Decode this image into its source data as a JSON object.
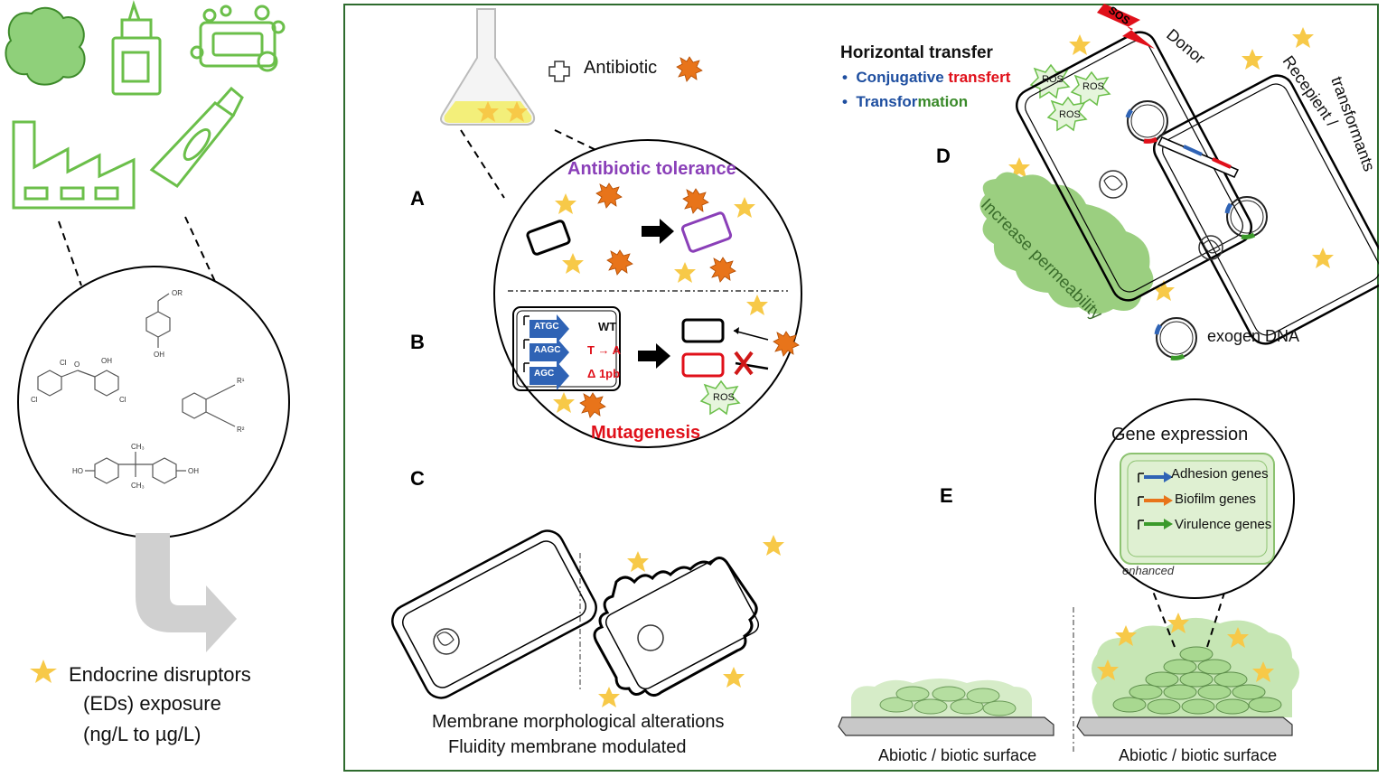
{
  "left": {
    "exposure_line1": "Endocrine disruptors",
    "exposure_line2": "(EDs) exposure",
    "exposure_line3": "(ng/L to µg/L)"
  },
  "top": {
    "antibiotic_label": "Antibiotic"
  },
  "panels": {
    "A": "A",
    "B": "B",
    "C": "C",
    "D": "D",
    "E": "E"
  },
  "panel_a": {
    "title": "Antibiotic tolerance"
  },
  "panel_b": {
    "genes": [
      "ATGC",
      "AAGC",
      "AGC"
    ],
    "labels": [
      "WT",
      "T → A",
      "Δ 1pb"
    ],
    "ros": "ROS",
    "title": "Mutagenesis"
  },
  "panel_c": {
    "caption_line1": "Membrane morphological alterations",
    "caption_line2": "Fluidity membrane modulated"
  },
  "panel_d": {
    "heading": "Horizontal transfer",
    "item1_a": "Conjugative ",
    "item1_b": "transfert",
    "item2_a": "Transfor",
    "item2_b": "mation",
    "bullet": "•",
    "ros": "ROS",
    "sos": "SOS",
    "donor": "Donor",
    "recipient_line1": "Recepient /",
    "recipient_line2": "transformants",
    "permeability": "Increase permeability",
    "exogen": "exogen DNA"
  },
  "panel_e": {
    "gene_expression": "Gene expression",
    "genes": [
      "Adhesion genes",
      "Biofilm genes",
      "Virulence genes"
    ],
    "enhanced": "enhanced",
    "surface": "Abiotic / biotic surface"
  },
  "colors": {
    "frame": "#2e6b2e",
    "icon_green": "#6bbf4a",
    "star": "#f7c948",
    "spiky": "#e8741a",
    "purple": "#8a3fb8",
    "red": "#e0101a",
    "blue": "#1f4fa0",
    "biofilm": "#c6e6b4"
  }
}
